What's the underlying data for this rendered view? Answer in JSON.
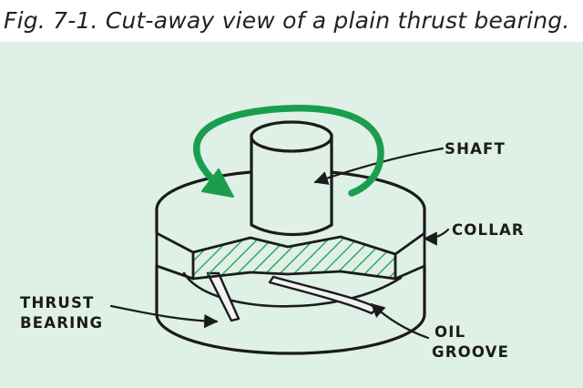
{
  "figure": {
    "caption": "Fig. 7-1.   Cut-away view of a plain thrust bearing."
  },
  "labels": {
    "shaft": "SHAFT",
    "collar": "COLLAR",
    "thrust_line1": "THRUST",
    "thrust_line2": "BEARING",
    "oil_line1": "OIL",
    "oil_line2": "GROOVE"
  },
  "colors": {
    "background": "#dff0e6",
    "ink": "#1b1b1b",
    "rotation_arrow": "#1a9e4e",
    "cutaway_hatch": "#1a9e4e"
  }
}
